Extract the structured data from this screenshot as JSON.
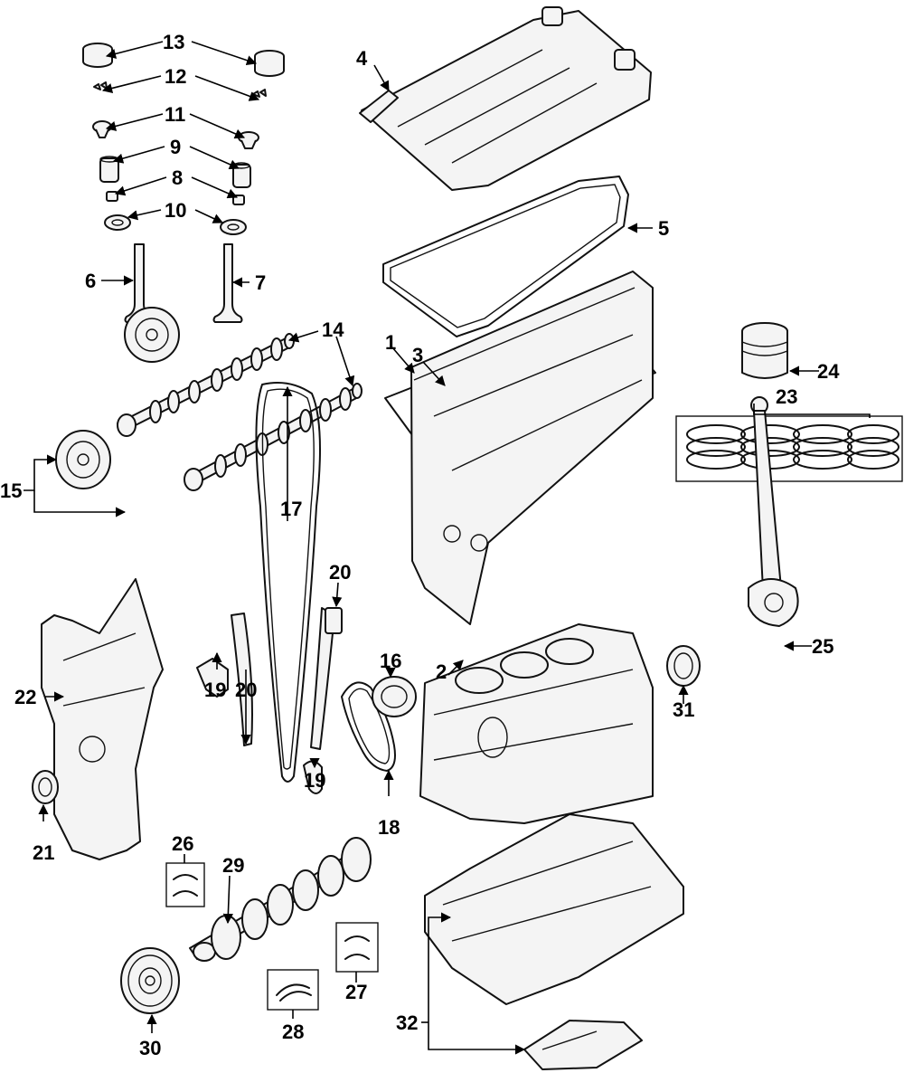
{
  "callouts": {
    "c1": "1",
    "c2": "2",
    "c3": "3",
    "c4": "4",
    "c5": "5",
    "c6": "6",
    "c7": "7",
    "c8": "8",
    "c9": "9",
    "c10": "10",
    "c11": "11",
    "c12": "12",
    "c13": "13",
    "c14": "14",
    "c15": "15",
    "c16": "16",
    "c17": "17",
    "c18": "18",
    "c19a": "19",
    "c19b": "19",
    "c20a": "20",
    "c20b": "20",
    "c21": "21",
    "c22": "22",
    "c23": "23",
    "c24": "24",
    "c25": "25",
    "c26": "26",
    "c27": "27",
    "c28": "28",
    "c29": "29",
    "c30": "30",
    "c31": "31",
    "c32": "32"
  }
}
